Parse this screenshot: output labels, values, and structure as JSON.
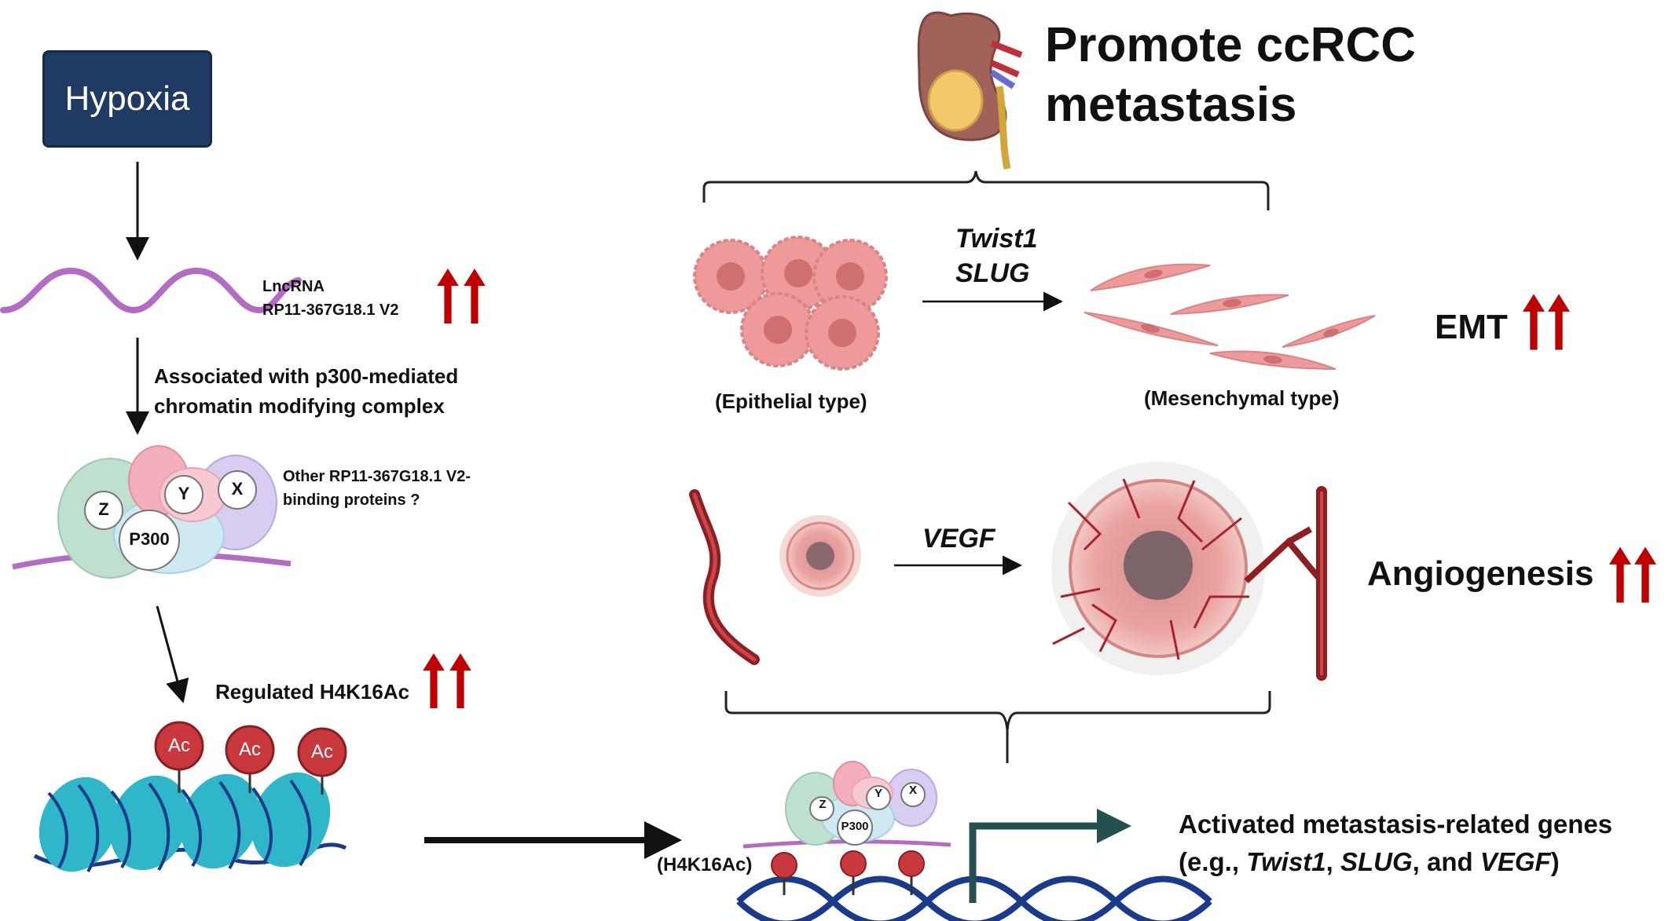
{
  "hypoxia": "Hypoxia",
  "lncrna": {
    "line1": "LncRNA",
    "line2": "RP11-367G18.1 V2"
  },
  "associated": {
    "line1": "Associated with p300-mediated",
    "line2": "chromatin modifying complex"
  },
  "other_proteins": {
    "line1": "Other RP11-367G18.1 V2-",
    "line2": "binding  proteins ?"
  },
  "complex_labels": {
    "z": "Z",
    "y": "Y",
    "x": "X",
    "p300": "P300"
  },
  "regulated": "Regulated H4K16Ac",
  "ac_label": "Ac",
  "title": {
    "line1": "Promote ccRCC",
    "line2": "metastasis"
  },
  "emt_genes": {
    "gene1": "Twist1",
    "gene2": "SLUG"
  },
  "epithelial": "(Epithelial type)",
  "mesenchymal": "(Mesenchymal type)",
  "emt": "EMT",
  "vegf": "VEGF",
  "angiogenesis": "Angiogenesis",
  "h4k16ac_label": "(H4K16Ac)",
  "activated": {
    "line1": "Activated metastasis-related genes",
    "prefix": "(e.g., ",
    "gene1": "Twist1",
    "sep1": ", ",
    "gene2": "SLUG",
    "sep2": ", and ",
    "gene3": "VEGF",
    "suffix": ")"
  },
  "colors": {
    "up_arrow": "#c00000",
    "hypoxia_box": "#1f3b63",
    "lncrna": "#b36bc4",
    "nucleosome": "#2fb6c9",
    "dna": "#1a3a8c",
    "ac_circle": "#c8383c",
    "promoter_arrow": "#24504f",
    "cell_pink": "#ee9a9a",
    "vessel": "#8e1e22"
  }
}
